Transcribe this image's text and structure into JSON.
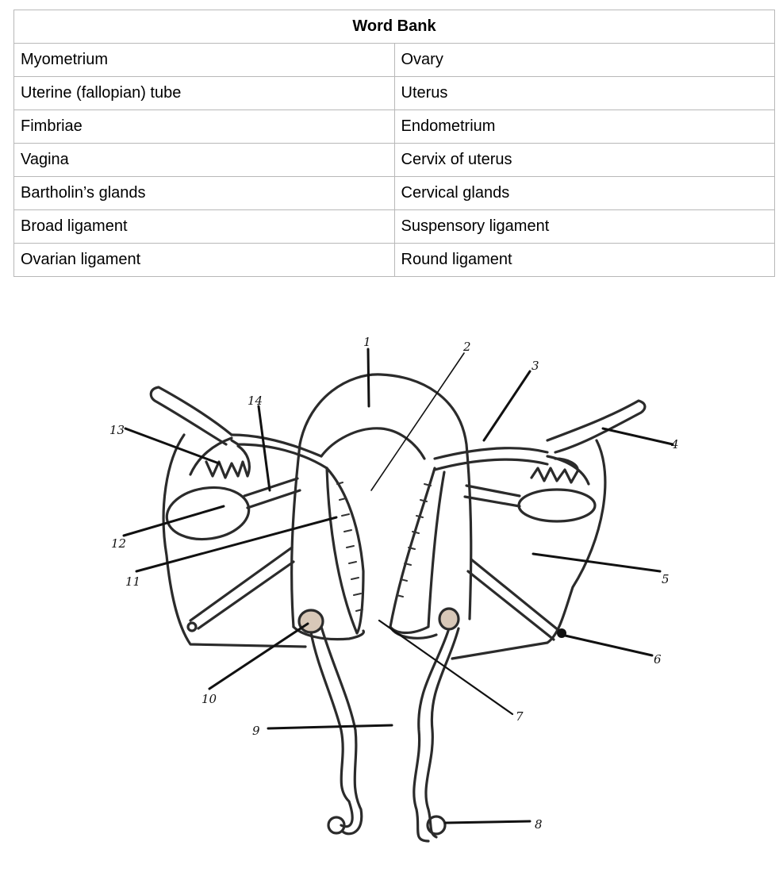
{
  "word_bank": {
    "title": "Word Bank",
    "rows": [
      [
        "Myometrium",
        "Ovary"
      ],
      [
        "Uterine (fallopian) tube",
        "Uterus"
      ],
      [
        "Fimbriae",
        "Endometrium"
      ],
      [
        "Vagina",
        "Cervix of uterus"
      ],
      [
        "Bartholin’s glands",
        "Cervical glands"
      ],
      [
        "Broad ligament",
        "Suspensory ligament"
      ],
      [
        "Ovarian ligament",
        "Round ligament"
      ]
    ]
  },
  "diagram": {
    "labels": [
      "1",
      "2",
      "3",
      "4",
      "5",
      "6",
      "7",
      "8",
      "9",
      "10",
      "11",
      "12",
      "13",
      "14"
    ]
  }
}
